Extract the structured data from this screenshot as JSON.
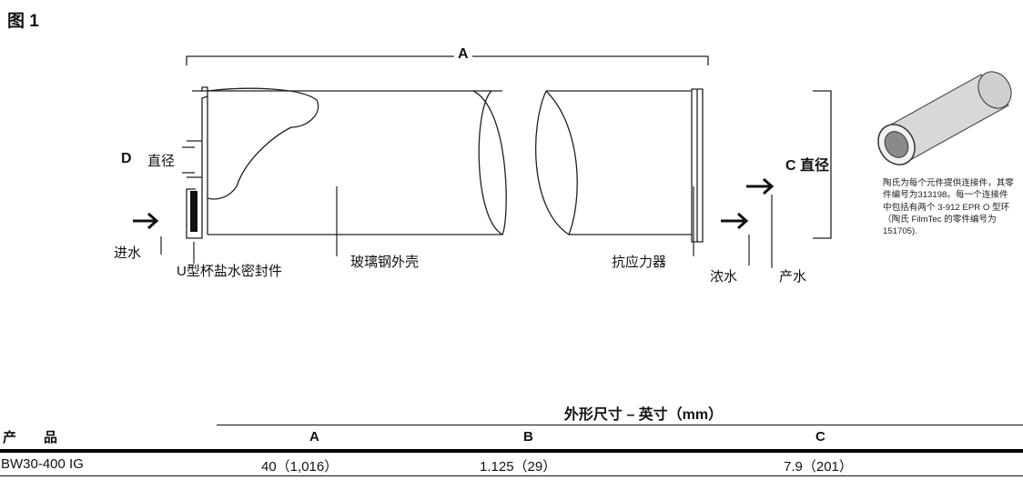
{
  "figure": {
    "title": "图 1",
    "dimension_labels": {
      "a": "A",
      "c": "C 直径",
      "d_letter": "D",
      "d_text": "直径"
    },
    "callouts": {
      "feed": "进水",
      "brine_seal": "U型杯盐水密封件",
      "shell": "玻璃钢外壳",
      "anti_telescoping": "抗应力器",
      "concentrate": "浓水",
      "permeate": "产水"
    },
    "note": "陶氏为每个元件提供连接件，其零件编号为313198。每一个连接件中包括有两个 3-912 EPR O 型环（陶氏 FilmTec 的零件编号为 151705)."
  },
  "table": {
    "span_header": "外形尺寸 – 英寸（mm）",
    "columns": [
      "产　　品",
      "A",
      "B",
      "C"
    ],
    "rows": [
      {
        "product": "BW30-400 IG",
        "a": "40（1,016）",
        "b": "1.125（29）",
        "c": "7.9（201）"
      }
    ]
  }
}
